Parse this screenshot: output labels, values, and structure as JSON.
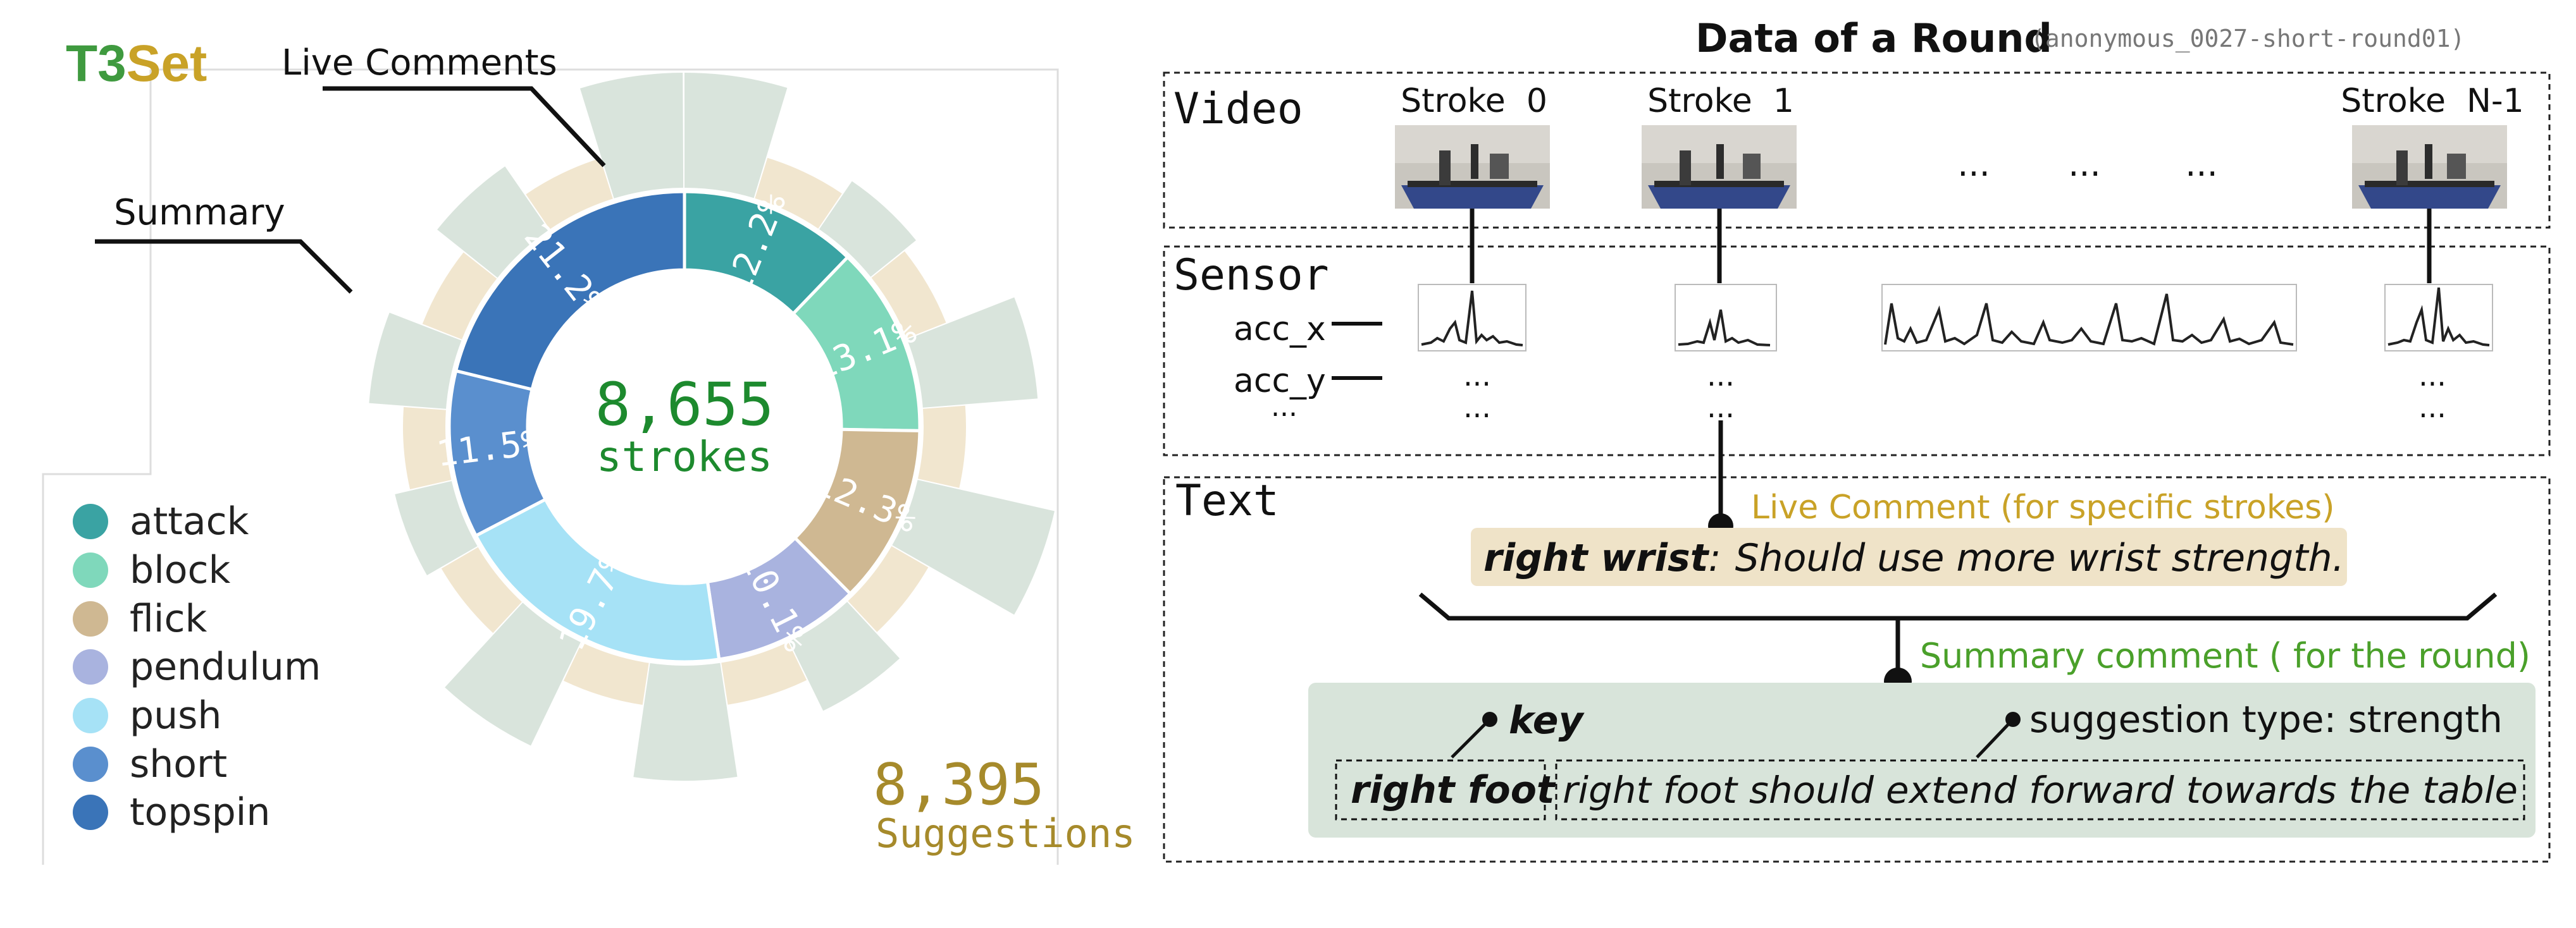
{
  "logo": {
    "text": "T3Set",
    "part1": "T3",
    "part2": "Set",
    "color1": "#3f9a3f",
    "color2": "#c9a227"
  },
  "donut": {
    "labels": {
      "live_comments": "Live Comments",
      "summary": "Summary"
    },
    "center_value": "8,655",
    "center_unit": "strokes",
    "suggestions_value": "8,395",
    "suggestions_label": "Suggestions"
  },
  "chart_data": {
    "type": "pie",
    "title": "",
    "center_label": "8,655 strokes",
    "categories": [
      "attack",
      "block",
      "flick",
      "pendulum",
      "push",
      "short",
      "topspin"
    ],
    "values": [
      12.2,
      13.1,
      12.3,
      10.1,
      19.7,
      11.5,
      21.2
    ],
    "unit": "%",
    "colors": [
      "#3aa3a3",
      "#7fd8bb",
      "#cfb892",
      "#a9b3df",
      "#a6e2f6",
      "#5a8fce",
      "#3a74b8"
    ],
    "legend_position": "left"
  },
  "legend": {
    "items": [
      {
        "label": "attack",
        "color": "#3aa3a3"
      },
      {
        "label": "block",
        "color": "#7fd8bb"
      },
      {
        "label": "flick",
        "color": "#cfb892"
      },
      {
        "label": "pendulum",
        "color": "#a9b3df"
      },
      {
        "label": "push",
        "color": "#a6e2f6"
      },
      {
        "label": "short",
        "color": "#5a8fce"
      },
      {
        "label": "topspin",
        "color": "#3a74b8"
      }
    ]
  },
  "right": {
    "title": "Data of a Round",
    "subtitle": "(anonymous_0027-short-round01)",
    "sections": {
      "video": "Video",
      "sensor": "Sensor",
      "text": "Text"
    },
    "strokes": [
      "Stroke  0",
      "Stroke  1",
      "Stroke  N-1"
    ],
    "ellipsis": "...",
    "sensor_labels": [
      "acc_x",
      "acc_y",
      "..."
    ],
    "live_comment_title": "Live Comment (for specific strokes)",
    "live_comment_key": "right wrist",
    "live_comment_sep": ":",
    "live_comment_text": "Should use more wrist strength.",
    "summary_title": "Summary comment ( for the round)",
    "summary_key_label": "key",
    "summary_type_label": "suggestion type: strength",
    "summary_key": "right foot",
    "summary_sep": ":",
    "summary_text": "right foot should extend forward towards the table"
  }
}
